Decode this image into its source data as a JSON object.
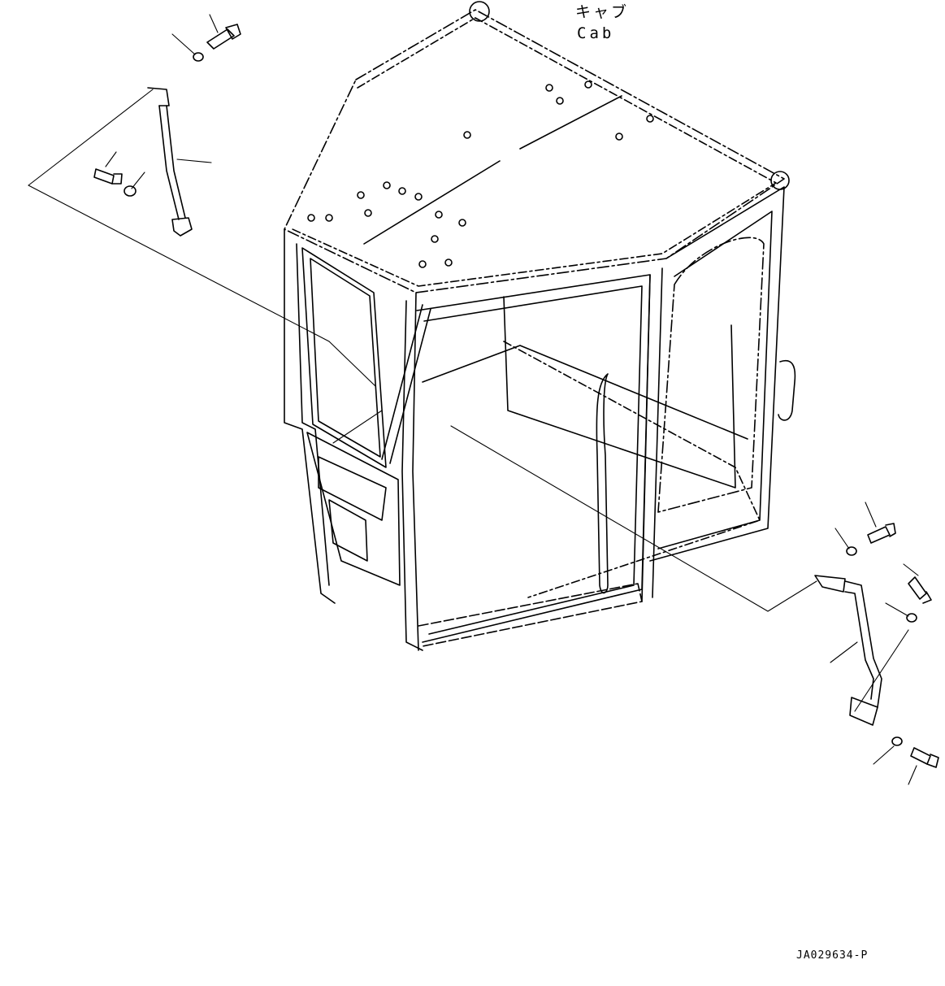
{
  "labels": {
    "cab_jp": "キャブ",
    "cab_en": "Cab",
    "drawing_code": "JA029634-P"
  },
  "colors": {
    "line": "#000000",
    "background": "#ffffff"
  }
}
